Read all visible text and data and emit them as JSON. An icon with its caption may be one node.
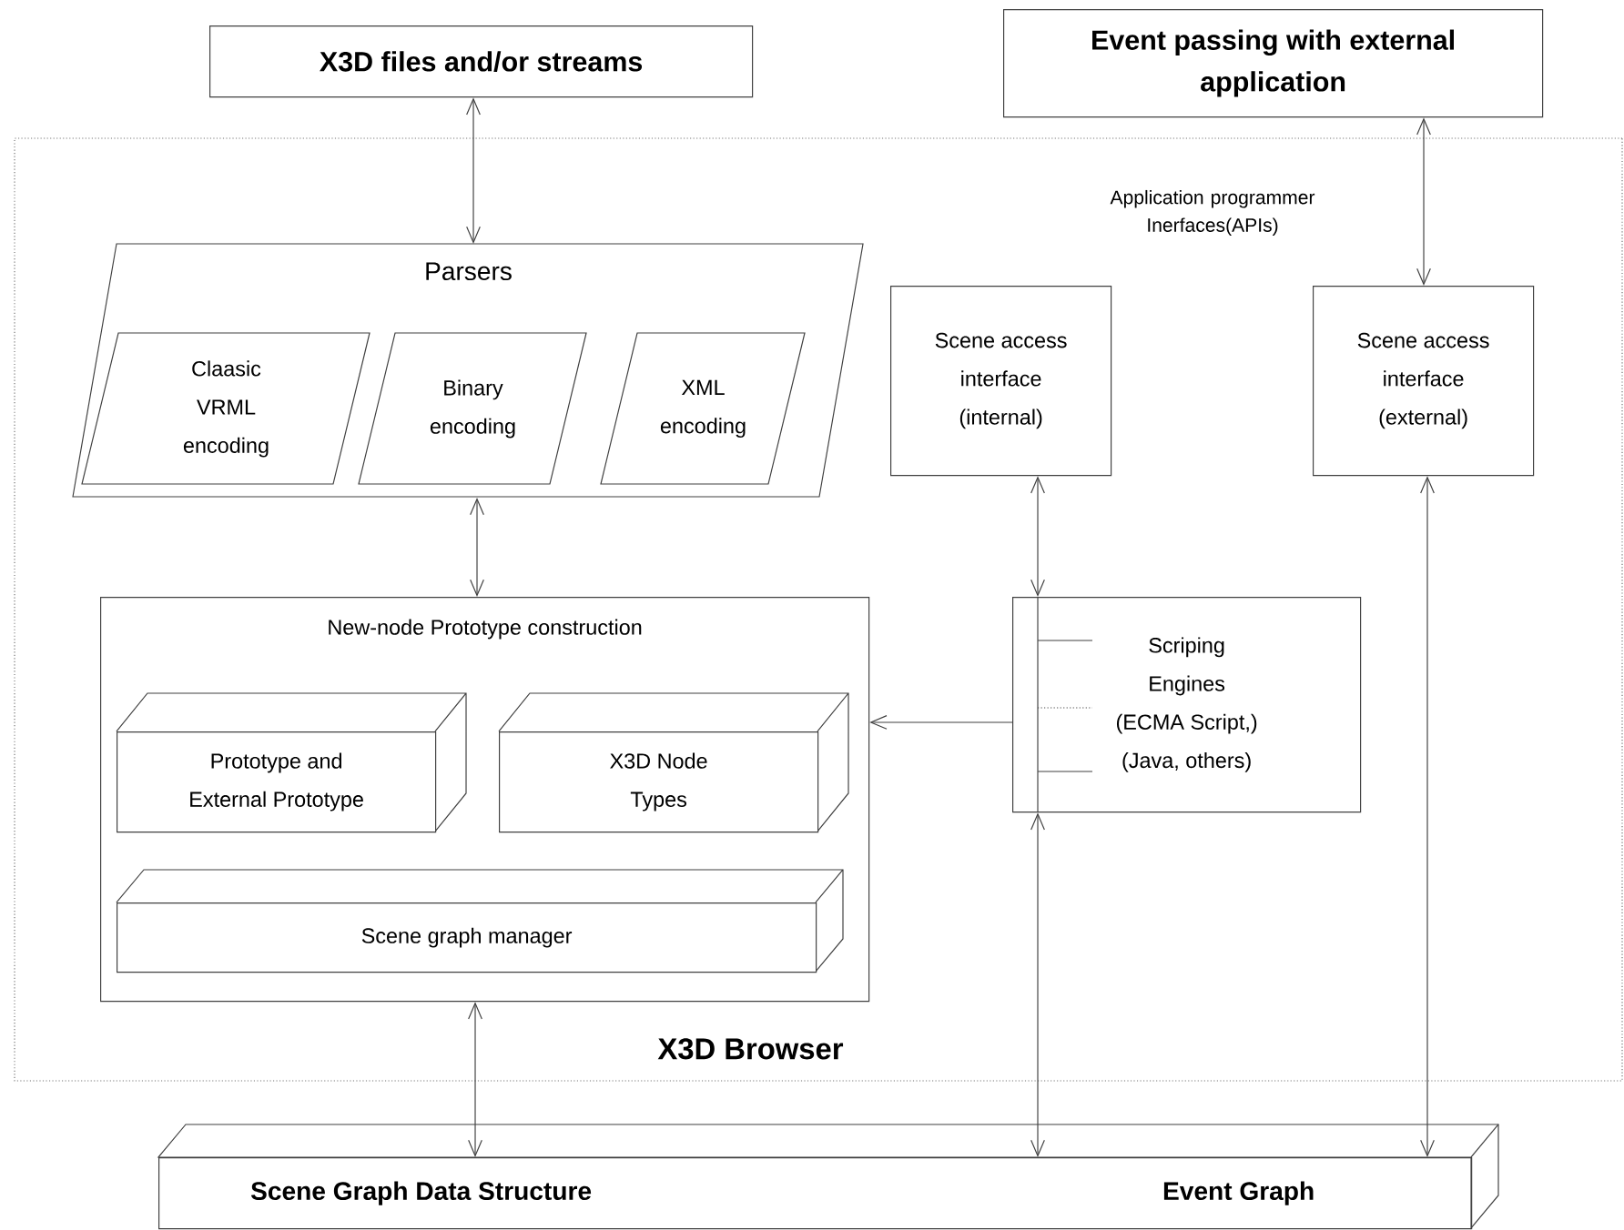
{
  "diagram": {
    "nodes": [
      {
        "text": [
          "X3D files and/or streams"
        ]
      },
      {
        "text": [
          "Event passing with external application"
        ]
      },
      {
        "text": [
          "X3D Browser"
        ]
      },
      {
        "text": [
          "Parsers"
        ],
        "in": 2
      },
      {
        "text": [
          "Claasic VRML encoding"
        ],
        "in": 3
      },
      {
        "text": [
          "Binary encoding"
        ],
        "in": 3
      },
      {
        "text": [
          "XML encoding"
        ],
        "in": 3
      },
      {
        "text": [
          "Scene access interface (internal)"
        ],
        "in": 2
      },
      {
        "text": [
          "Scene access interface (external)"
        ],
        "in": 2
      },
      {
        "text": [
          "New-node Prototype construction"
        ],
        "in": 2
      },
      {
        "text": [
          "Prototype and External Prototype"
        ],
        "in": 9
      },
      {
        "text": [
          "X3D Node Types"
        ],
        "in": 9
      },
      {
        "text": [
          "Scene graph manager"
        ],
        "in": 9
      },
      {
        "text": [
          "Scriping Engines",
          "(ECMA Script,)",
          "(Java, others)"
        ],
        "in": 2
      },
      {
        "text": [
          "Scene Graph Data Structure",
          "Event Graph"
        ]
      }
    ],
    "edges": [
      {
        "from": 0,
        "to": 3,
        "arrow": "both"
      },
      {
        "from": 1,
        "to": 8,
        "arrow": "both"
      },
      {
        "from": 3,
        "to": 9,
        "arrow": "both"
      },
      {
        "from": 7,
        "to": 13,
        "arrow": "both"
      },
      {
        "from": 13,
        "to": 9,
        "arrow": "to"
      },
      {
        "from": 13,
        "to": 14,
        "arrow": "both"
      },
      {
        "from": 8,
        "to": 14,
        "arrow": "both"
      },
      {
        "from": 9,
        "to": 14,
        "arrow": "both"
      }
    ],
    "labels": [
      "Application programmer Inerfaces(APIs)"
    ]
  }
}
